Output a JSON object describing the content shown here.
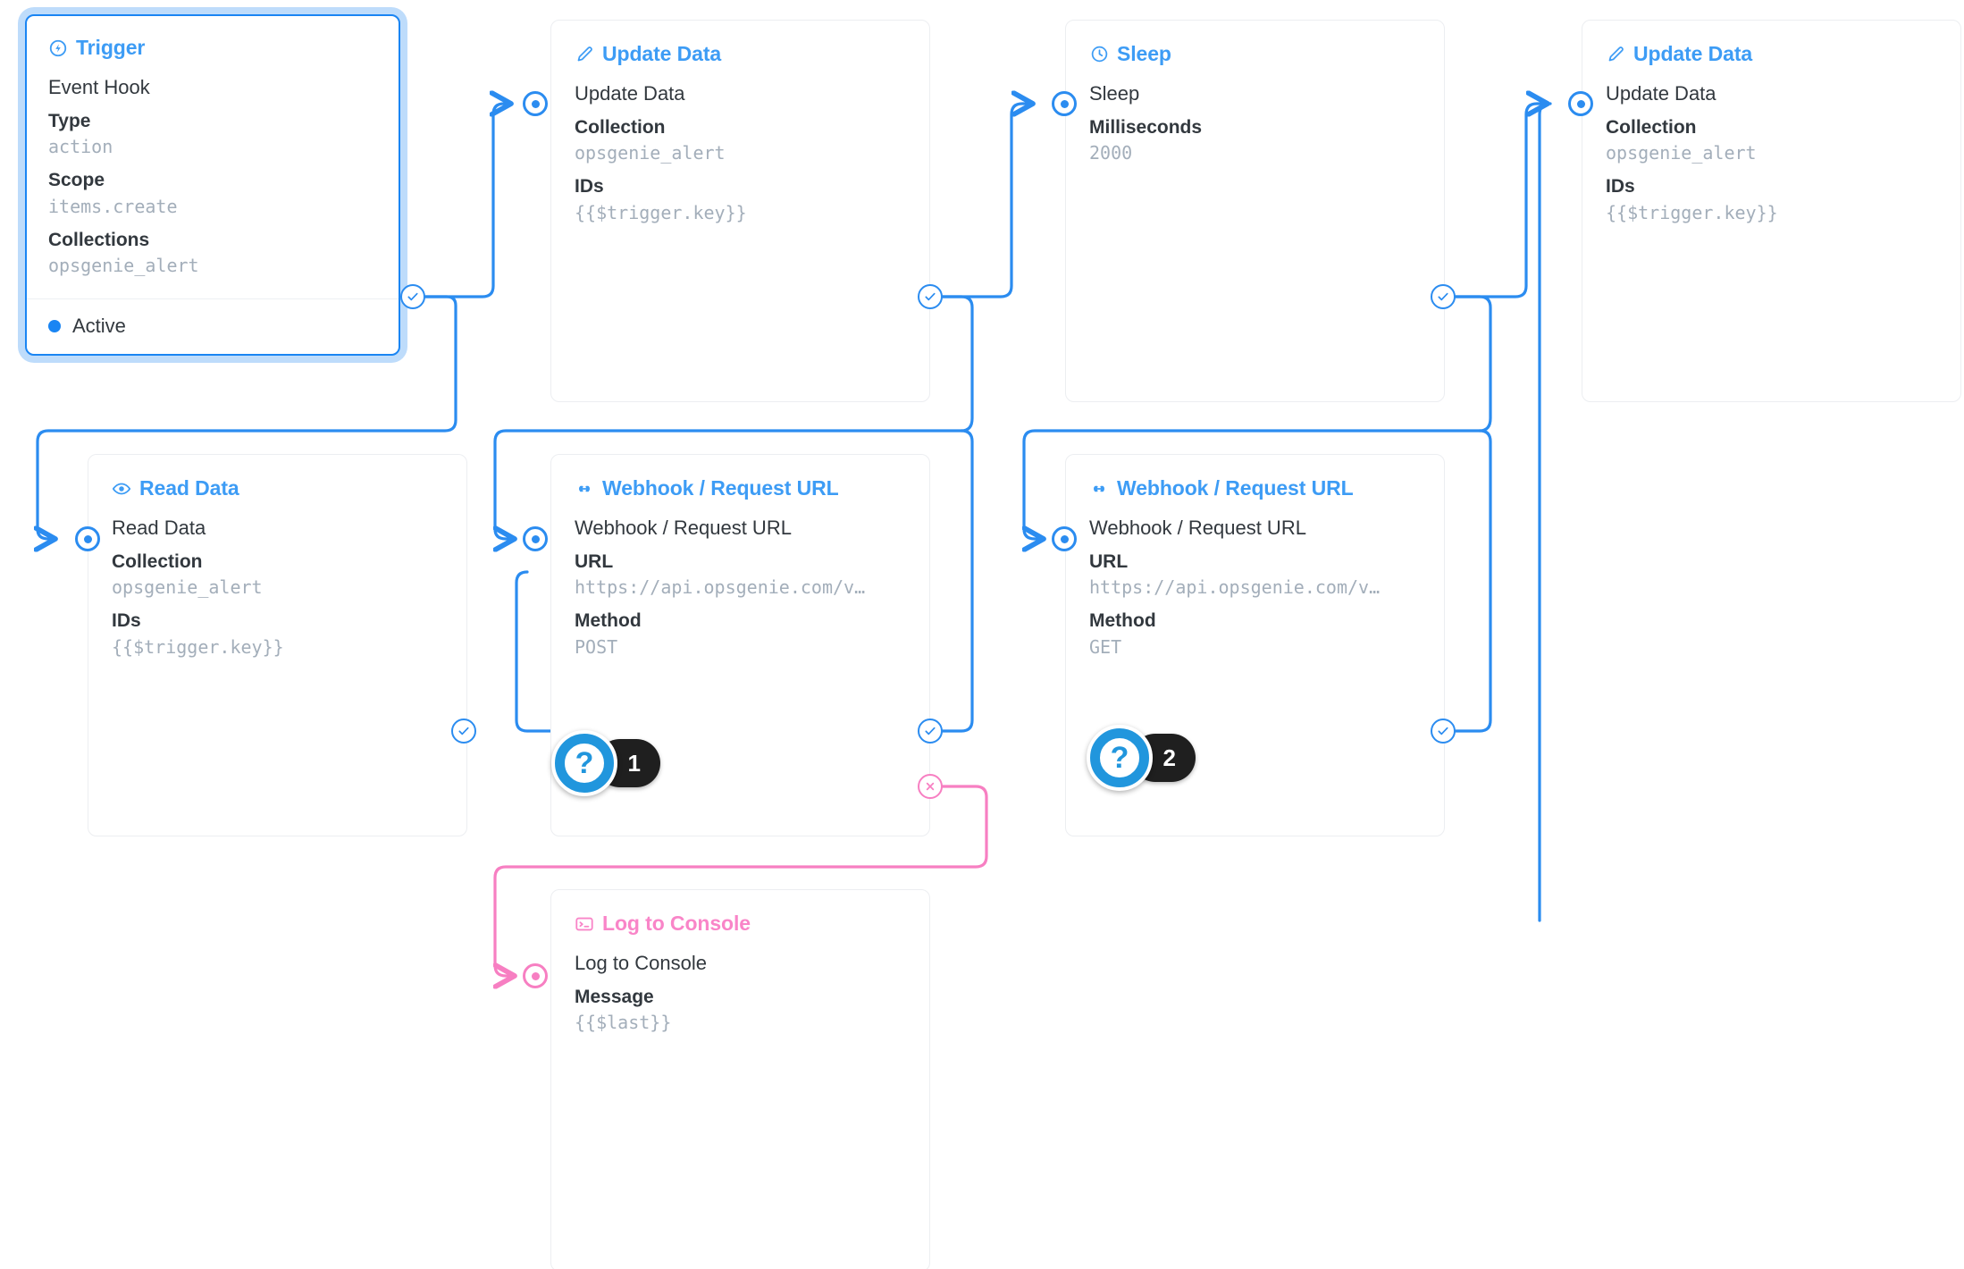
{
  "colors": {
    "accent": "#3d9cf5",
    "wire": "#2b8cf0",
    "error": "#f77fc2",
    "trigger_border": "#1a85f3",
    "trigger_glow": "#bedcfb",
    "badge_bg": "#1f1f1f",
    "value_text": "#a3aeba",
    "label_text": "#32383e"
  },
  "nodes": {
    "trigger": {
      "header": "Trigger",
      "icon": "bolt-circle-icon",
      "primary": "Event Hook",
      "fields": [
        {
          "label": "Type",
          "value": "action"
        },
        {
          "label": "Scope",
          "value": "items.create"
        },
        {
          "label": "Collections",
          "value": "opsgenie_alert"
        }
      ],
      "status": "Active"
    },
    "update_data_top": {
      "header": "Update Data",
      "icon": "pencil-icon",
      "primary": "Update Data",
      "fields": [
        {
          "label": "Collection",
          "value": "opsgenie_alert"
        },
        {
          "label": "IDs",
          "value": "{{$trigger.key}}"
        }
      ]
    },
    "sleep": {
      "header": "Sleep",
      "icon": "clock-icon",
      "primary": "Sleep",
      "fields": [
        {
          "label": "Milliseconds",
          "value": "2000"
        }
      ]
    },
    "update_data_right": {
      "header": "Update Data",
      "icon": "pencil-icon",
      "primary": "Update Data",
      "fields": [
        {
          "label": "Collection",
          "value": "opsgenie_alert"
        },
        {
          "label": "IDs",
          "value": "{{$trigger.key}}"
        }
      ]
    },
    "read_data": {
      "header": "Read Data",
      "icon": "eye-icon",
      "primary": "Read Data",
      "fields": [
        {
          "label": "Collection",
          "value": "opsgenie_alert"
        },
        {
          "label": "IDs",
          "value": "{{$trigger.key}}"
        }
      ]
    },
    "webhook_post": {
      "header": "Webhook / Request URL",
      "icon": "link-icon",
      "primary": "Webhook / Request URL",
      "fields": [
        {
          "label": "URL",
          "value": "https://api.opsgenie.com/v…"
        },
        {
          "label": "Method",
          "value": "POST"
        }
      ]
    },
    "webhook_get": {
      "header": "Webhook / Request URL",
      "icon": "link-icon",
      "primary": "Webhook / Request URL",
      "fields": [
        {
          "label": "URL",
          "value": "https://api.opsgenie.com/v…"
        },
        {
          "label": "Method",
          "value": "GET"
        }
      ]
    },
    "log_to_console": {
      "header": "Log to Console",
      "icon": "console-icon",
      "primary": "Log to Console",
      "fields": [
        {
          "label": "Message",
          "value": "{{$last}}"
        }
      ]
    }
  },
  "badges": [
    {
      "symbol": "?",
      "count": "1"
    },
    {
      "symbol": "?",
      "count": "2"
    }
  ]
}
